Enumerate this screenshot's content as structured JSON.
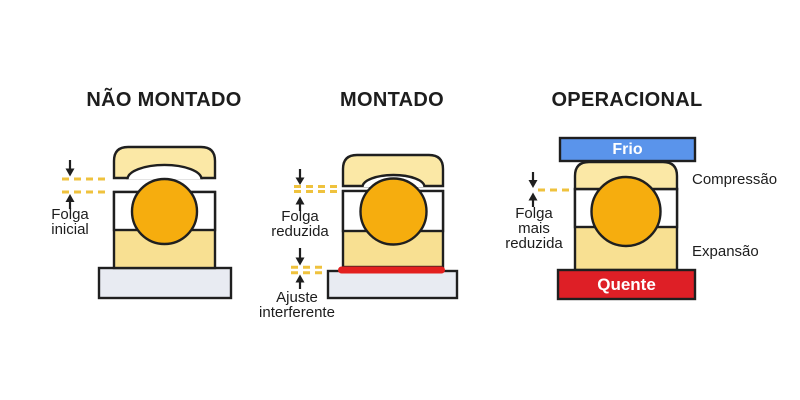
{
  "colors": {
    "background": "#ffffff",
    "outline": "#1f1f1f",
    "text": "#1d1d1d",
    "ring-yellow-light": "#fbe8a6",
    "ring-yellow": "#f8e092",
    "ball-orange": "#f6ad0e",
    "base-gray": "#e8ebf2",
    "dash-yellow": "#efc23d",
    "cold-blue": "#5a94eb",
    "hot-red": "#de1f26",
    "interference-red": "#e3201f"
  },
  "panels": [
    {
      "id": "nao-montado",
      "title": "NÃO MONTADO",
      "gap_label": "Folga\ninicial"
    },
    {
      "id": "montado",
      "title": "MONTADO",
      "gap_label": "Folga\nreduzida",
      "fit_label": "Ajuste\ninterferente"
    },
    {
      "id": "operacional",
      "title": "OPERACIONAL",
      "gap_label": "Folga\nmais\nreduzida",
      "cold_label": "Frio",
      "hot_label": "Quente",
      "compression_label": "Compressão",
      "expansion_label": "Expansão"
    }
  ]
}
